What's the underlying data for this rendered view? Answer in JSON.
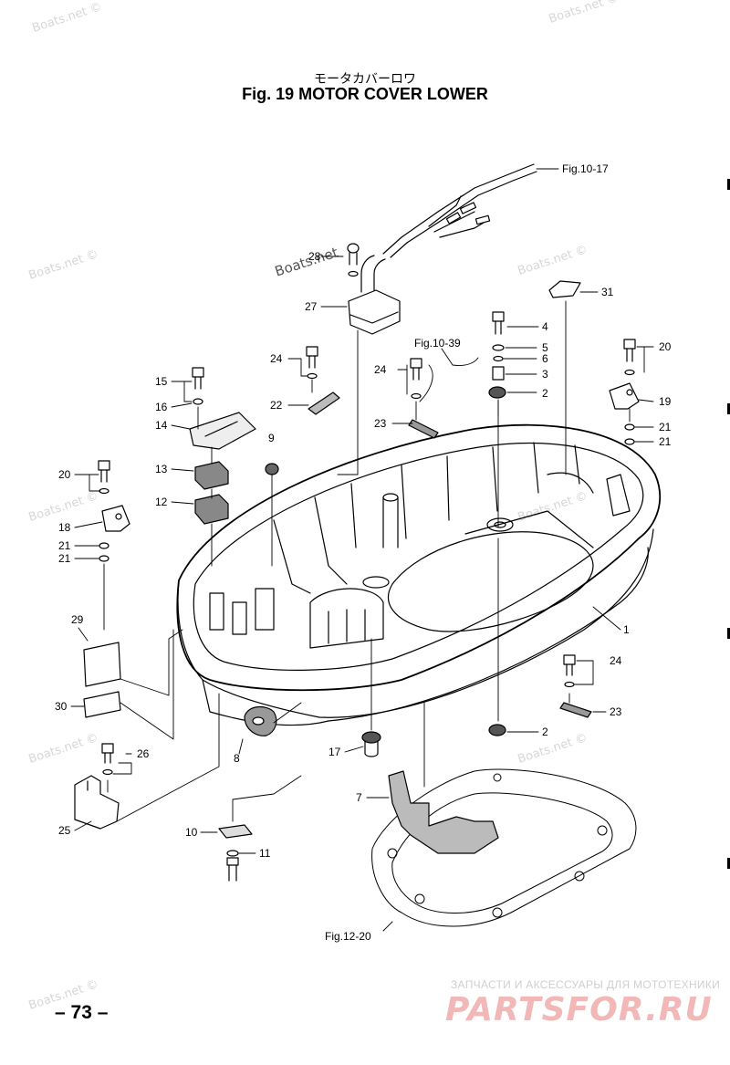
{
  "header": {
    "title_jp": "モータカバーロワ",
    "title": "Fig. 19    MOTOR COVER LOWER"
  },
  "watermarks": [
    "Boats.net ©",
    "Boats.net"
  ],
  "callouts": {
    "c1": "1",
    "c2a": "2",
    "c2b": "2",
    "c3": "3",
    "c4": "4",
    "c5": "5",
    "c6": "6",
    "c7": "7",
    "c8": "8",
    "c9": "9",
    "c10": "10",
    "c11": "11",
    "c12": "12",
    "c13": "13",
    "c14": "14",
    "c15": "15",
    "c16": "16",
    "c17": "17",
    "c18": "18",
    "c19": "19",
    "c20a": "20",
    "c20b": "20",
    "c21a": "21",
    "c21b": "21",
    "c21c": "21",
    "c21d": "21",
    "c22": "22",
    "c23a": "23",
    "c23b": "23",
    "c24a": "24",
    "c24b": "24",
    "c24c": "24",
    "c25": "25",
    "c26": "26",
    "c27": "27",
    "c28": "28",
    "c29": "29",
    "c30": "30",
    "c31": "31"
  },
  "references": {
    "fig_10_17": "Fig.10-17",
    "fig_10_39": "Fig.10-39",
    "fig_12_20": "Fig.12-20"
  },
  "footer": {
    "page_number": "– 73 –",
    "logo_tagline": "ЗАПЧАСТИ И АКСЕССУАРЫ ДЛЯ МОТОТЕХНИКИ",
    "logo_text": "PARTSFOR.RU"
  },
  "colors": {
    "line": "#000000",
    "watermark": "#d7d7d7",
    "logo": "#f2b7b7"
  }
}
